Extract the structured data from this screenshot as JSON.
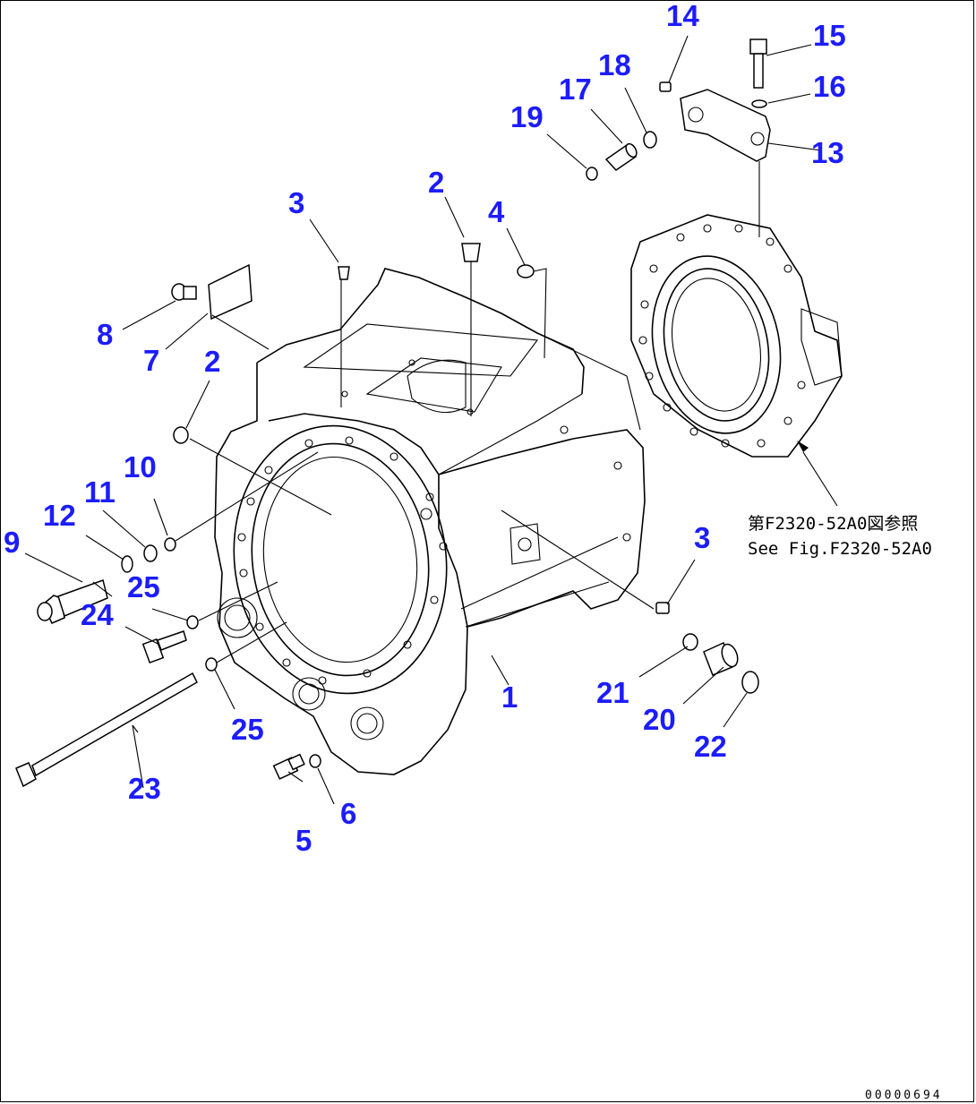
{
  "diagram": {
    "callouts": [
      {
        "id": "c1",
        "label": "1"
      },
      {
        "id": "c2a",
        "label": "2"
      },
      {
        "id": "c2b",
        "label": "2"
      },
      {
        "id": "c3a",
        "label": "3"
      },
      {
        "id": "c3b",
        "label": "3"
      },
      {
        "id": "c4",
        "label": "4"
      },
      {
        "id": "c5",
        "label": "5"
      },
      {
        "id": "c6",
        "label": "6"
      },
      {
        "id": "c7",
        "label": "7"
      },
      {
        "id": "c8",
        "label": "8"
      },
      {
        "id": "c9",
        "label": "9"
      },
      {
        "id": "c10",
        "label": "10"
      },
      {
        "id": "c11",
        "label": "11"
      },
      {
        "id": "c12",
        "label": "12"
      },
      {
        "id": "c13",
        "label": "13"
      },
      {
        "id": "c14",
        "label": "14"
      },
      {
        "id": "c15",
        "label": "15"
      },
      {
        "id": "c16",
        "label": "16"
      },
      {
        "id": "c17",
        "label": "17"
      },
      {
        "id": "c18",
        "label": "18"
      },
      {
        "id": "c19",
        "label": "19"
      },
      {
        "id": "c20",
        "label": "20"
      },
      {
        "id": "c21",
        "label": "21"
      },
      {
        "id": "c22",
        "label": "22"
      },
      {
        "id": "c23",
        "label": "23"
      },
      {
        "id": "c24",
        "label": "24"
      },
      {
        "id": "c25a",
        "label": "25"
      },
      {
        "id": "c25b",
        "label": "25"
      }
    ],
    "reference_jp": "第F2320-52A0図参照",
    "reference_en": "See Fig.F2320-52A0",
    "drawing_code": "00000694",
    "callout_color": "#1c1cff"
  }
}
